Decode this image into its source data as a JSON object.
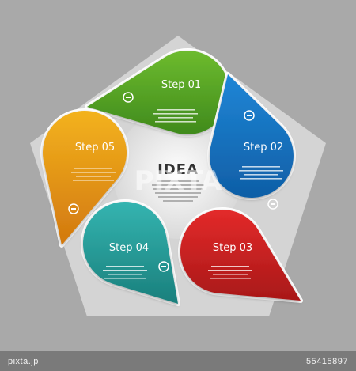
{
  "diagram": {
    "center": {
      "title": "IDEA"
    },
    "steps": [
      {
        "label": "Step 01",
        "color": "#6dbb2e",
        "dark": "#3f8a1c",
        "icon": "cloud-sun-icon"
      },
      {
        "label": "Step 02",
        "color": "#1f86d6",
        "dark": "#0f5ea6",
        "icon": "cloud-icon"
      },
      {
        "label": "Step 03",
        "color": "#e32a2a",
        "dark": "#a81818",
        "icon": "book-icon"
      },
      {
        "label": "Step 04",
        "color": "#34b4b0",
        "dark": "#1a7f7c",
        "icon": "people-icon"
      },
      {
        "label": "Step 05",
        "color": "#f3b21e",
        "dark": "#d2780f",
        "icon": "clock-icon"
      }
    ]
  },
  "watermark": "PIXTA",
  "footer": {
    "brand": "pixta.jp",
    "id": "55415897"
  }
}
